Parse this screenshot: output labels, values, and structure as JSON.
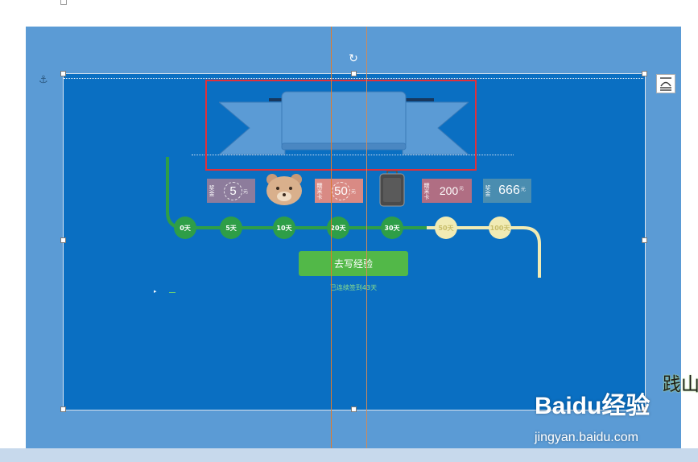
{
  "colors": {
    "canvas": "#5b9bd5",
    "slide": "#0a6fc2",
    "guide": "#e07a2c",
    "selection": "#e0303a",
    "progress_done": "#2e9e47",
    "progress_todo": "#f1ebb4",
    "button": "#52b848"
  },
  "icons": {
    "rotate": "rotate-handle-icon",
    "anchor": "anchor-icon",
    "layout": "layout-options-icon",
    "paw": "baidu-paw-icon"
  },
  "rewards": [
    {
      "tag": "奖金",
      "value": "5",
      "unit": "元",
      "color": "#8d7c9c"
    },
    {
      "tag": "",
      "value": "",
      "unit": "",
      "color": "",
      "kind": "plush-bear"
    },
    {
      "tag": "糯米卡",
      "value": "50",
      "unit": "元",
      "color": "#d98a84"
    },
    {
      "tag": "",
      "value": "",
      "unit": "",
      "color": "",
      "kind": "luggage"
    },
    {
      "tag": "糯米卡",
      "value": "200",
      "unit": "元",
      "color": "#b06e83"
    },
    {
      "tag": "奖金",
      "value": "666",
      "unit": "元",
      "color": "#4a8db0"
    }
  ],
  "milestones": [
    {
      "label": "0天",
      "reached": true
    },
    {
      "label": "5天",
      "reached": true
    },
    {
      "label": "10天",
      "reached": true
    },
    {
      "label": "20天",
      "reached": true
    },
    {
      "label": "30天",
      "reached": true
    },
    {
      "label": "50天",
      "reached": false
    },
    {
      "label": "100天",
      "reached": false
    }
  ],
  "write_button_label": "去写经验",
  "streak_text": "已连续签到43天",
  "partial_side_text": "践山",
  "watermark": {
    "logo_text": "Baidu经验",
    "url": "jingyan.baidu.com"
  }
}
